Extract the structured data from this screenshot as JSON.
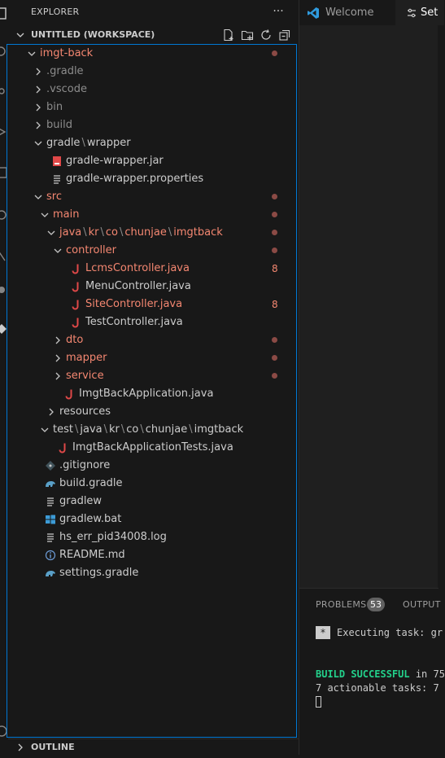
{
  "explorer": {
    "title": "EXPLORER",
    "more": "···",
    "workspace_title": "UNTITLED (WORKSPACE)",
    "outline_title": "OUTLINE"
  },
  "tree": [
    {
      "label": "imgt-back",
      "color": "#f48771",
      "chev": "v",
      "depth": 0,
      "status": "dot"
    },
    {
      "label": ".gradle",
      "color": "#8c8c8c",
      "chev": ">",
      "depth": 1
    },
    {
      "label": ".vscode",
      "color": "#8c8c8c",
      "chev": ">",
      "depth": 1
    },
    {
      "label": "bin",
      "color": "#8c8c8c",
      "chev": ">",
      "depth": 1
    },
    {
      "label": "build",
      "color": "#8c8c8c",
      "chev": ">",
      "depth": 1
    },
    {
      "segments": [
        "gradle",
        "wrapper"
      ],
      "color": "#cccccc",
      "chev": "v",
      "depth": 1
    },
    {
      "label": "gradle-wrapper.jar",
      "color": "#cccccc",
      "depth": 2,
      "icon": "jar-file-icon"
    },
    {
      "label": "gradle-wrapper.properties",
      "color": "#cccccc",
      "depth": 2,
      "icon": "properties-file-icon"
    },
    {
      "label": "src",
      "color": "#f48771",
      "chev": "v",
      "depth": 1,
      "status": "dot"
    },
    {
      "label": "main",
      "color": "#f48771",
      "chev": "v",
      "depth": 2,
      "status": "dot"
    },
    {
      "segments": [
        "java",
        "kr",
        "co",
        "chunjae",
        "imgtback"
      ],
      "color": "#f48771",
      "chev": "v",
      "depth": 3,
      "status": "dot"
    },
    {
      "label": "controller",
      "color": "#f48771",
      "chev": "v",
      "depth": 4,
      "status": "dot"
    },
    {
      "label": "LcmsController.java",
      "color": "#f48771",
      "depth": 5,
      "icon": "java-file-icon",
      "badge": "8"
    },
    {
      "label": "MenuController.java",
      "color": "#cccccc",
      "depth": 5,
      "icon": "java-file-icon"
    },
    {
      "label": "SiteController.java",
      "color": "#f48771",
      "depth": 5,
      "icon": "java-file-icon",
      "badge": "8"
    },
    {
      "label": "TestController.java",
      "color": "#cccccc",
      "depth": 5,
      "icon": "java-file-icon"
    },
    {
      "label": "dto",
      "color": "#f48771",
      "chev": ">",
      "depth": 4,
      "status": "dot"
    },
    {
      "label": "mapper",
      "color": "#f48771",
      "chev": ">",
      "depth": 4,
      "status": "dot"
    },
    {
      "label": "service",
      "color": "#f48771",
      "chev": ">",
      "depth": 4,
      "status": "dot"
    },
    {
      "label": "ImgtBackApplication.java",
      "color": "#cccccc",
      "depth": 4,
      "icon": "java-file-icon"
    },
    {
      "label": "resources",
      "color": "#cccccc",
      "chev": ">",
      "depth": 3
    },
    {
      "segments": [
        "test",
        "java",
        "kr",
        "co",
        "chunjae",
        "imgtback"
      ],
      "color": "#cccccc",
      "chev": "v",
      "depth": 2
    },
    {
      "label": "ImgtBackApplicationTests.java",
      "color": "#cccccc",
      "depth": 3,
      "icon": "java-file-icon"
    },
    {
      "label": ".gitignore",
      "color": "#cccccc",
      "depth": 1,
      "icon": "git-icon"
    },
    {
      "label": "build.gradle",
      "color": "#cccccc",
      "depth": 1,
      "icon": "gradle-icon"
    },
    {
      "label": "gradlew",
      "color": "#cccccc",
      "depth": 1,
      "icon": "lines-file-icon"
    },
    {
      "label": "gradlew.bat",
      "color": "#cccccc",
      "depth": 1,
      "icon": "windows-icon"
    },
    {
      "label": "hs_err_pid34008.log",
      "color": "#cccccc",
      "depth": 1,
      "icon": "lines-file-icon"
    },
    {
      "label": "README.md",
      "color": "#cccccc",
      "depth": 1,
      "icon": "info-icon"
    },
    {
      "label": "settings.gradle",
      "color": "#cccccc",
      "depth": 1,
      "icon": "gradle-icon"
    }
  ],
  "tabs": {
    "welcome": "Welcome",
    "settings": "Set"
  },
  "panel": {
    "problems_label": "PROBLEMS",
    "problems_count": "53",
    "output_label": "OUTPUT",
    "task_marker": "*",
    "task_text": "Executing task: gr",
    "build_success": "BUILD SUCCESSFUL",
    "build_rest": " in 75",
    "actionable": "7 actionable tasks: 7"
  },
  "colors": {
    "accent": "#0078d4",
    "modified": "#f48771",
    "success": "#23d18b"
  }
}
